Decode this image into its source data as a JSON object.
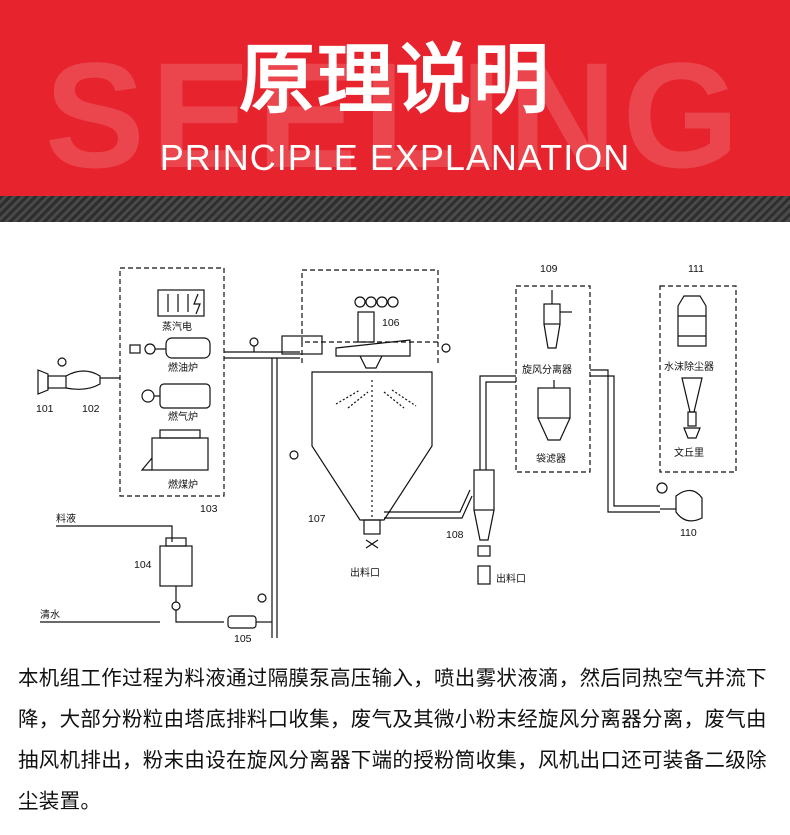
{
  "header": {
    "title_cn": "原理说明",
    "title_en": "PRINCIPLE EXPLANATION",
    "watermark": "SEELING",
    "colors": {
      "banner": "#e7232d",
      "stripe": "#333333",
      "text": "#ffffff"
    }
  },
  "diagram": {
    "labels": {
      "steam_elec": "蒸汽电",
      "oil_furnace": "燃油炉",
      "gas_furnace": "燃气炉",
      "coal_furnace": "燃煤炉",
      "feed_liquid": "料液",
      "clean_water": "清水",
      "outlet_1": "出料口",
      "outlet_2": "出料口",
      "cyclone_sep": "旋风分离器",
      "bag_filter": "袋滤器",
      "water_dust": "水沫除尘器",
      "venturi": "文丘里"
    },
    "numbers": {
      "n101": "101",
      "n102": "102",
      "n103": "103",
      "n104": "104",
      "n105": "105",
      "n106": "106",
      "n107": "107",
      "n108": "108",
      "n109": "109",
      "n110": "110",
      "n111": "111"
    }
  },
  "description": "本机组工作过程为料液通过隔膜泵高压输入，喷出雾状液滴，然后同热空气并流下降，大部分粉粒由塔底排料口收集，废气及其微小粉末经旋风分离器分离，废气由抽风机排出，粉末由设在旋风分离器下端的授粉筒收集，风机出口还可装备二级除尘装置。"
}
